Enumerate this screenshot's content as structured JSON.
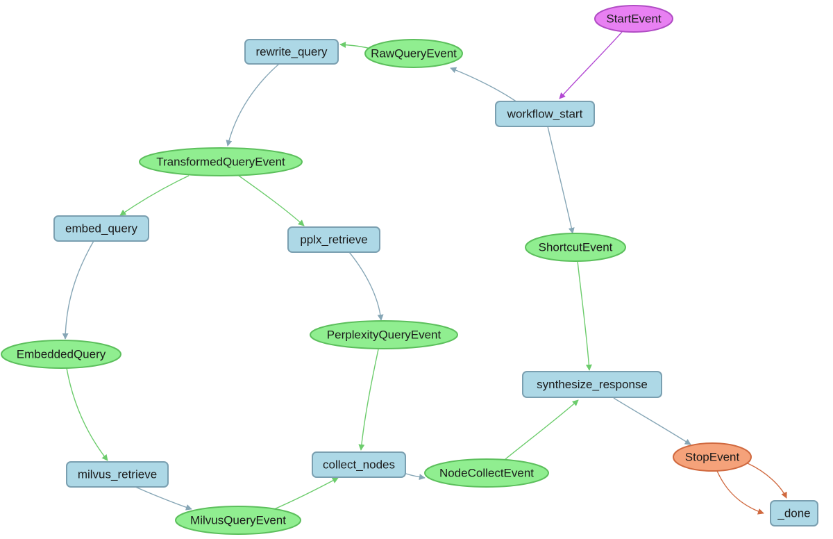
{
  "colors": {
    "step_fill": "#add8e6",
    "step_stroke": "#7a9fb0",
    "event_fill": "#90ee90",
    "event_stroke": "#5cbf5c",
    "start_fill": "#e880f2",
    "start_stroke": "#b04cc4",
    "stop_fill": "#f5a27a",
    "stop_stroke": "#d0693f",
    "edge_blue": "#86a6b6",
    "edge_green": "#6ccc6c",
    "edge_purple": "#b349d3",
    "edge_orange": "#d0693f"
  },
  "nodes": {
    "start_event": "StartEvent",
    "workflow_start": "workflow_start",
    "raw_query_event": "RawQueryEvent",
    "rewrite_query": "rewrite_query",
    "transformed_query_event": "TransformedQueryEvent",
    "embed_query": "embed_query",
    "pplx_retrieve": "pplx_retrieve",
    "embedded_query": "EmbeddedQuery",
    "perplexity_query_event": "PerplexityQueryEvent",
    "milvus_retrieve": "milvus_retrieve",
    "milvus_query_event": "MilvusQueryEvent",
    "collect_nodes": "collect_nodes",
    "node_collect_event": "NodeCollectEvent",
    "shortcut_event": "ShortcutEvent",
    "synthesize_response": "synthesize_response",
    "stop_event": "StopEvent",
    "done": "_done"
  },
  "edges": [
    {
      "from": "start_event",
      "to": "workflow_start",
      "color": "purple"
    },
    {
      "from": "workflow_start",
      "to": "raw_query_event",
      "color": "blue"
    },
    {
      "from": "workflow_start",
      "to": "shortcut_event",
      "color": "blue"
    },
    {
      "from": "raw_query_event",
      "to": "rewrite_query",
      "color": "green"
    },
    {
      "from": "rewrite_query",
      "to": "transformed_query_event",
      "color": "blue"
    },
    {
      "from": "transformed_query_event",
      "to": "embed_query",
      "color": "green"
    },
    {
      "from": "transformed_query_event",
      "to": "pplx_retrieve",
      "color": "green"
    },
    {
      "from": "embed_query",
      "to": "embedded_query",
      "color": "blue"
    },
    {
      "from": "pplx_retrieve",
      "to": "perplexity_query_event",
      "color": "blue"
    },
    {
      "from": "embedded_query",
      "to": "milvus_retrieve",
      "color": "green"
    },
    {
      "from": "perplexity_query_event",
      "to": "collect_nodes",
      "color": "green"
    },
    {
      "from": "milvus_retrieve",
      "to": "milvus_query_event",
      "color": "blue"
    },
    {
      "from": "milvus_query_event",
      "to": "collect_nodes",
      "color": "green"
    },
    {
      "from": "collect_nodes",
      "to": "node_collect_event",
      "color": "blue"
    },
    {
      "from": "node_collect_event",
      "to": "synthesize_response",
      "color": "green"
    },
    {
      "from": "shortcut_event",
      "to": "synthesize_response",
      "color": "green"
    },
    {
      "from": "synthesize_response",
      "to": "stop_event",
      "color": "blue"
    },
    {
      "from": "stop_event",
      "to": "done",
      "color": "orange"
    },
    {
      "from": "stop_event",
      "to": "done",
      "color": "orange"
    }
  ]
}
